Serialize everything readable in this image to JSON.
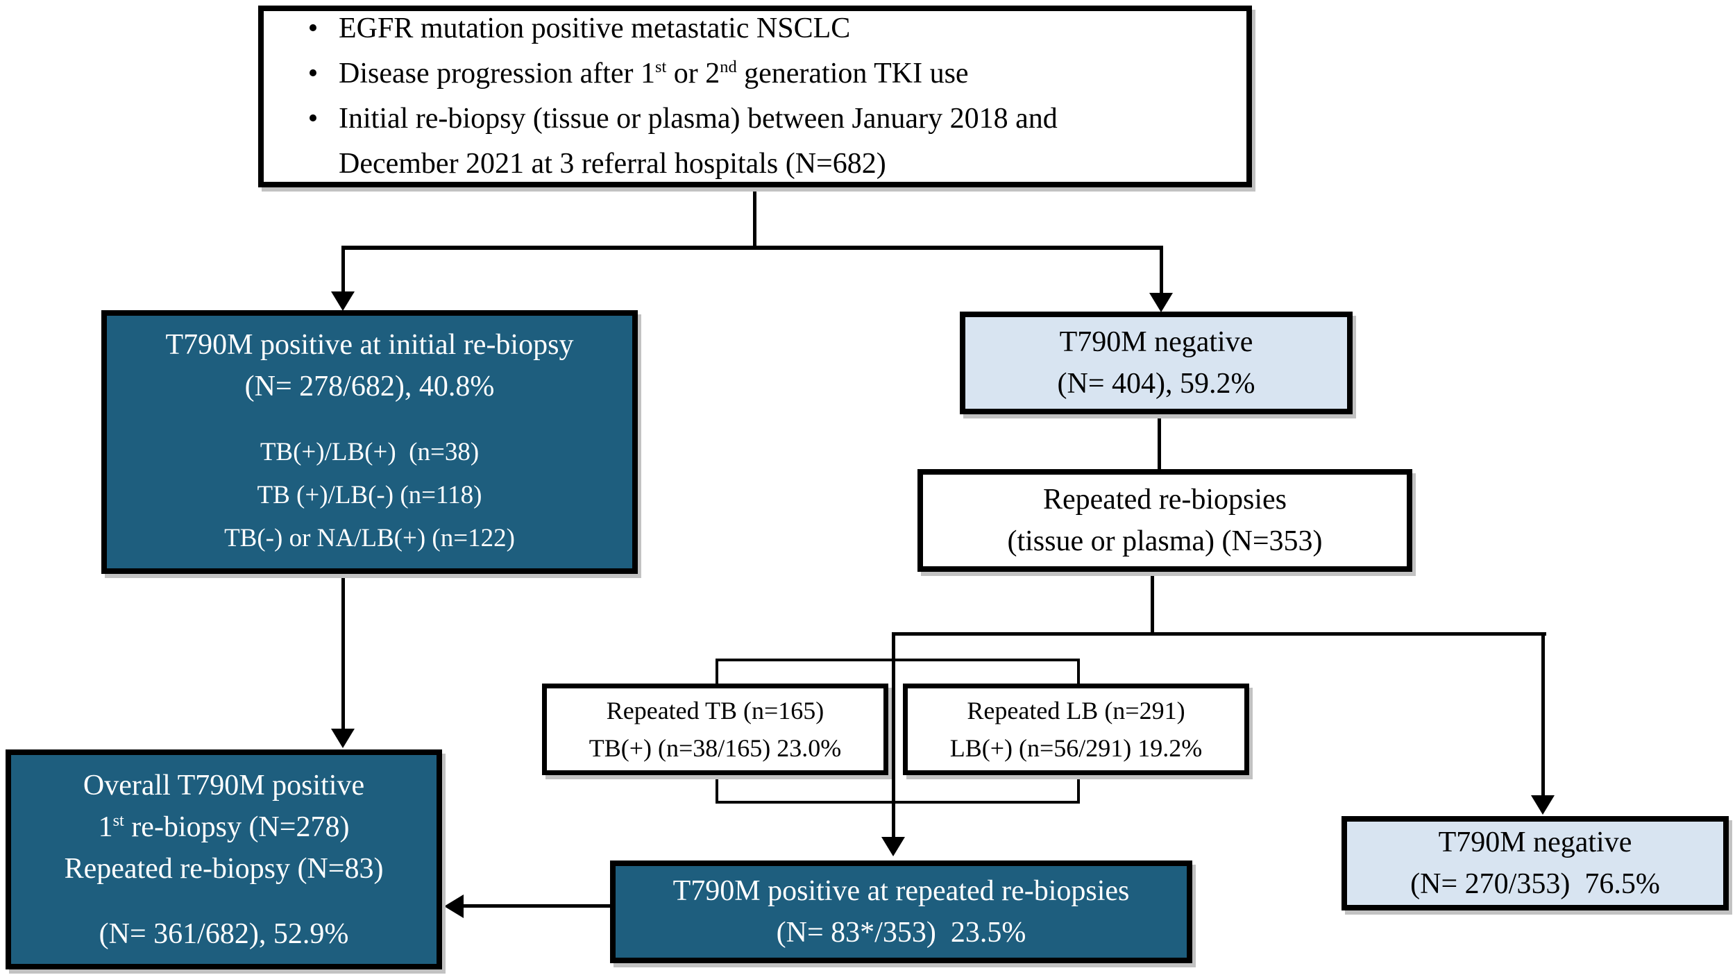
{
  "colors": {
    "dark_fill": "#1e5e7e",
    "light_fill": "#d8e4f1",
    "box_fill": "#ffffff",
    "border": "#000000",
    "line": "#000000",
    "text_on_dark": "#ffffff",
    "text_on_light": "#000000",
    "shadow": "#c2c2c2"
  },
  "glyphs": {
    "bullet": "•"
  },
  "nodes": {
    "criteria": {
      "lines": [
        {
          "bullet": true,
          "segs": [
            {
              "t": "EGFR mutation positive metastatic NSCLC"
            }
          ]
        },
        {
          "bullet": true,
          "segs": [
            {
              "t": "Disease progression after 1"
            },
            {
              "t": "st",
              "sup": true
            },
            {
              "t": " or 2"
            },
            {
              "t": "nd",
              "sup": true
            },
            {
              "t": " generation TKI use"
            }
          ]
        },
        {
          "bullet": true,
          "segs": [
            {
              "t": "Initial re-biopsy (tissue or plasma) between January 2018 and"
            }
          ]
        },
        {
          "indent": true,
          "segs": [
            {
              "t": "December 2021 at 3 referral hospitals (N=682)"
            }
          ]
        }
      ]
    },
    "initial_positive": {
      "lines": [
        {
          "segs": [
            {
              "t": "T790M positive at initial re-biopsy"
            }
          ]
        },
        {
          "segs": [
            {
              "t": "(N= 278/682), 40.8%"
            }
          ]
        },
        {
          "gap": true
        },
        {
          "small": true,
          "segs": [
            {
              "t": "TB(+)/LB(+)  (n=38)"
            }
          ]
        },
        {
          "small": true,
          "segs": [
            {
              "t": "TB (+)/LB(-) (n=118)"
            }
          ]
        },
        {
          "small": true,
          "segs": [
            {
              "t": "TB(-) or NA/LB(+) (n=122)"
            }
          ]
        }
      ]
    },
    "t790m_negative": {
      "lines": [
        {
          "segs": [
            {
              "t": "T790M negative"
            }
          ]
        },
        {
          "segs": [
            {
              "t": "(N= 404), 59.2%"
            }
          ]
        }
      ]
    },
    "repeated_rebiopsies": {
      "lines": [
        {
          "segs": [
            {
              "t": "Repeated re-biopsies"
            }
          ]
        },
        {
          "segs": [
            {
              "t": "(tissue or plasma) (N=353)"
            }
          ]
        }
      ]
    },
    "repeated_tb": {
      "lines": [
        {
          "segs": [
            {
              "t": "Repeated TB (n=165)"
            }
          ]
        },
        {
          "segs": [
            {
              "t": "TB(+) (n=38/165) 23.0%"
            }
          ]
        }
      ]
    },
    "repeated_lb": {
      "lines": [
        {
          "segs": [
            {
              "t": "Repeated LB (n=291)"
            }
          ]
        },
        {
          "segs": [
            {
              "t": "LB(+) (n=56/291) 19.2%"
            }
          ]
        }
      ]
    },
    "repeat_positive": {
      "lines": [
        {
          "segs": [
            {
              "t": "T790M positive at repeated re-biopsies"
            }
          ]
        },
        {
          "segs": [
            {
              "t": "(N= 83*/353)  23.5%"
            }
          ]
        }
      ]
    },
    "overall_positive": {
      "lines": [
        {
          "segs": [
            {
              "t": "Overall T790M positive"
            }
          ]
        },
        {
          "segs": [
            {
              "t": "1"
            },
            {
              "t": "st",
              "sup": true
            },
            {
              "t": " re-biopsy (N=278)"
            }
          ]
        },
        {
          "segs": [
            {
              "t": "Repeated re-biopsy (N=83)"
            }
          ]
        },
        {
          "gap": true
        },
        {
          "segs": [
            {
              "t": "(N= 361/682), 52.9%"
            }
          ]
        }
      ]
    },
    "negative_repeat": {
      "lines": [
        {
          "segs": [
            {
              "t": "T790M negative"
            }
          ]
        },
        {
          "segs": [
            {
              "t": "(N= 270/353)  76.5%"
            }
          ]
        }
      ]
    }
  }
}
